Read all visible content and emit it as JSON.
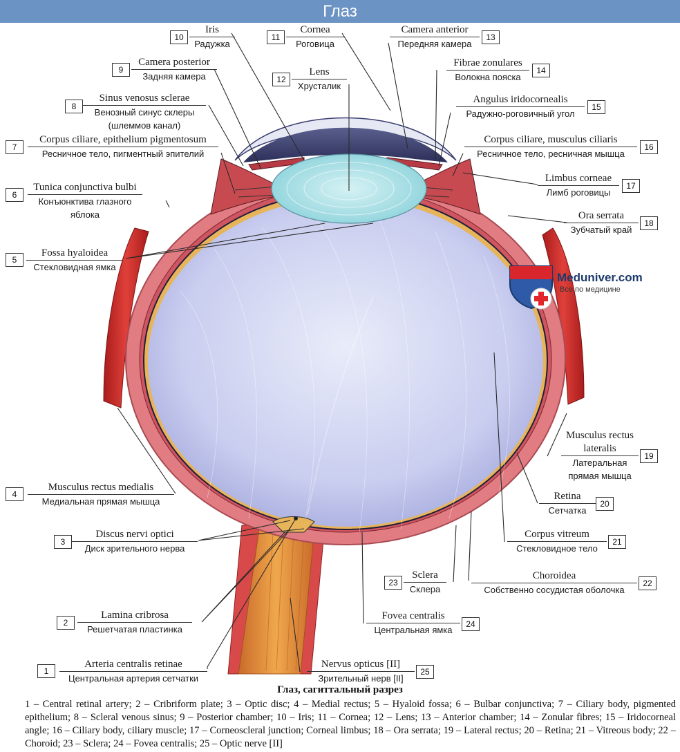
{
  "title": "Глаз",
  "logo": {
    "name": "Meduniver.com",
    "tagline": "Все по медицине"
  },
  "labels": [
    {
      "num": "1",
      "lat": "Arteria centralis retinae",
      "rus": "Центральная артерия сетчатки"
    },
    {
      "num": "2",
      "lat": "Lamina cribrosa",
      "rus": "Решетчатая пластинка"
    },
    {
      "num": "3",
      "lat": "Discus nervi optici",
      "rus": "Диск зрительного нерва"
    },
    {
      "num": "4",
      "lat": "Musculus rectus medialis",
      "rus": "Медиальная прямая мышца"
    },
    {
      "num": "5",
      "lat": "Fossa hyaloidea",
      "rus": "Стекловидная ямка"
    },
    {
      "num": "6",
      "lat": "Tunica conjunctiva bulbi",
      "rus": "Конъюнктива глазного яблока"
    },
    {
      "num": "7",
      "lat": "Corpus ciliare, epithelium pigmentosum",
      "rus": "Ресничное тело, пигментный эпителий"
    },
    {
      "num": "8",
      "lat": "Sinus venosus sclerae",
      "rus": "Венозный синус склеры (шлеммов канал)"
    },
    {
      "num": "9",
      "lat": "Camera posterior",
      "rus": "Задняя камера"
    },
    {
      "num": "10",
      "lat": "Iris",
      "rus": "Радужка"
    },
    {
      "num": "11",
      "lat": "Cornea",
      "rus": "Роговица"
    },
    {
      "num": "12",
      "lat": "Lens",
      "rus": "Хрусталик"
    },
    {
      "num": "13",
      "lat": "Camera anterior",
      "rus": "Передняя камера"
    },
    {
      "num": "14",
      "lat": "Fibrae zonulares",
      "rus": "Волокна пояска"
    },
    {
      "num": "15",
      "lat": "Angulus iridocornealis",
      "rus": "Радужно-роговичный угол"
    },
    {
      "num": "16",
      "lat": "Corpus ciliare, musculus ciliaris",
      "rus": "Ресничное тело, ресничная мышца"
    },
    {
      "num": "17",
      "lat": "Limbus corneae",
      "rus": "Лимб роговицы"
    },
    {
      "num": "18",
      "lat": "Ora serrata",
      "rus": "Зубчатый край"
    },
    {
      "num": "19",
      "lat": "Musculus rectus lateralis",
      "rus": "Латеральная прямая мышца"
    },
    {
      "num": "20",
      "lat": "Retina",
      "rus": "Сетчатка"
    },
    {
      "num": "21",
      "lat": "Corpus vitreum",
      "rus": "Стекловидное тело"
    },
    {
      "num": "22",
      "lat": "Choroidea",
      "rus": "Собственно сосудистая оболочка"
    },
    {
      "num": "23",
      "lat": "Sclera",
      "rus": "Склера"
    },
    {
      "num": "24",
      "lat": "Fovea centralis",
      "rus": "Центральная ямка"
    },
    {
      "num": "25",
      "lat": "Nervus opticus [II]",
      "rus": "Зрительный нерв [II]"
    }
  ],
  "caption": {
    "title": "Глаз, сагиттальный разрез",
    "text": "1 – Central retinal artery; 2 – Cribriform plate; 3 – Optic disc; 4 – Medial rectus; 5 – Hyaloid fossa; 6 – Bulbar conjunctiva; 7 – Ciliary body, pigmented epithelium; 8 – Scleral venous sinus; 9 – Posterior chamber; 10 – Iris; 11 – Cornea; 12 – Lens; 13 – Anterior chamber; 14 – Zonular fibres; 15 – Iridocorneal angle; 16 – Ciliary body, ciliary muscle; 17 – Corneoscleral junction; Corneal limbus; 18 – Ora serrata; 19 – Lateral rectus; 20 – Retina; 21 – Vitreous body; 22 – Choroid; 23 – Sclera; 24 – Fovea centralis; 25 – Optic nerve [II]"
  }
}
